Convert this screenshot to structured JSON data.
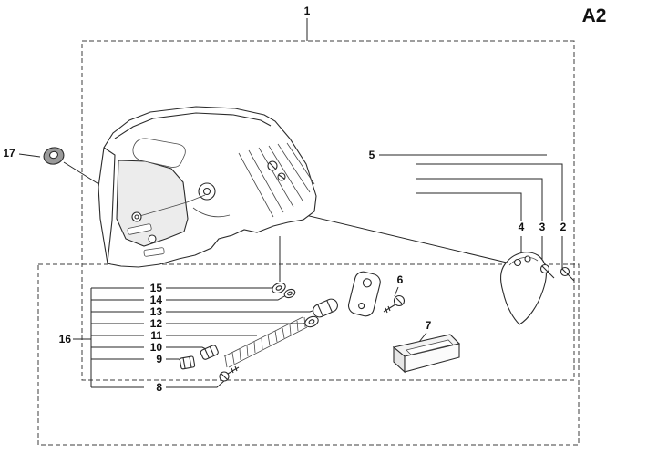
{
  "sheet": {
    "code": "A2"
  },
  "parts": [
    {
      "num": "1"
    },
    {
      "num": "2"
    },
    {
      "num": "3"
    },
    {
      "num": "4"
    },
    {
      "num": "5"
    },
    {
      "num": "6"
    },
    {
      "num": "7"
    },
    {
      "num": "8"
    },
    {
      "num": "9"
    },
    {
      "num": "10"
    },
    {
      "num": "11"
    },
    {
      "num": "12"
    },
    {
      "num": "13"
    },
    {
      "num": "14"
    },
    {
      "num": "15"
    },
    {
      "num": "16"
    },
    {
      "num": "17"
    }
  ]
}
